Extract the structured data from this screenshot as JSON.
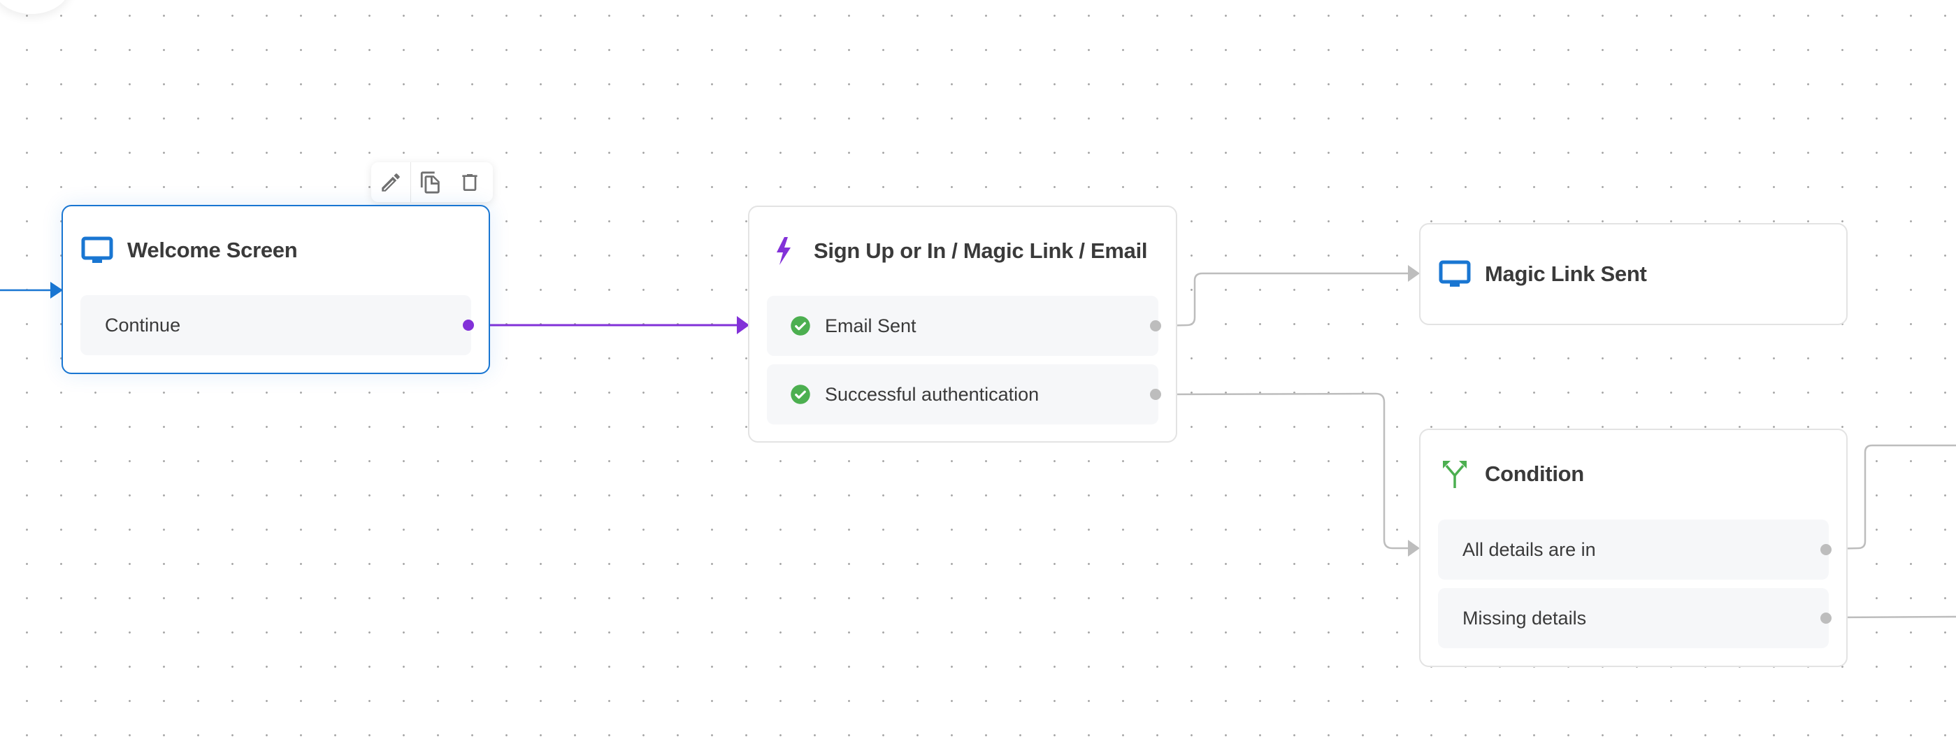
{
  "canvas": {
    "grid": "dotted",
    "colors": {
      "selected_border": "#1976d2",
      "node_border": "#e3e3e3",
      "row_bg": "#f6f7f9",
      "active_edge": "#8231d8",
      "edge": "#bdbdbd",
      "screen_icon": "#1976d2",
      "action_icon": "#8231d8",
      "condition_icon": "#4caf50",
      "check_icon": "#4caf50"
    }
  },
  "toolbar": {
    "buttons": [
      {
        "name": "edit",
        "icon": "pencil-icon"
      },
      {
        "name": "duplicate",
        "icon": "copy-icon"
      },
      {
        "name": "delete",
        "icon": "trash-icon"
      }
    ]
  },
  "nodes": {
    "welcome": {
      "title": "Welcome Screen",
      "icon": "monitor-icon",
      "selected": true,
      "rows": [
        {
          "label": "Continue"
        }
      ]
    },
    "signup": {
      "title": "Sign Up or In / Magic Link / Email",
      "icon": "lightning-icon",
      "rows": [
        {
          "label": "Email Sent",
          "icon": "check-circle-icon"
        },
        {
          "label": "Successful authentication",
          "icon": "check-circle-icon"
        }
      ]
    },
    "magic_link_sent": {
      "title": "Magic Link Sent",
      "icon": "monitor-icon"
    },
    "condition": {
      "title": "Condition",
      "icon": "split-arrows-icon",
      "rows": [
        {
          "label": "All details are in"
        },
        {
          "label": "Missing details"
        }
      ]
    }
  },
  "edges": [
    {
      "from": "entry",
      "to": "Welcome Screen",
      "color": "#1976d2"
    },
    {
      "from": "Welcome Screen / Continue",
      "to": "Sign Up or In / Magic Link / Email",
      "color": "#8231d8"
    },
    {
      "from": "Email Sent",
      "to": "Magic Link Sent",
      "color": "#bdbdbd"
    },
    {
      "from": "Successful authentication",
      "to": "Condition",
      "color": "#bdbdbd"
    },
    {
      "from": "All details are in",
      "to": "offscreen",
      "color": "#bdbdbd"
    },
    {
      "from": "Missing details",
      "to": "offscreen",
      "color": "#bdbdbd"
    }
  ]
}
